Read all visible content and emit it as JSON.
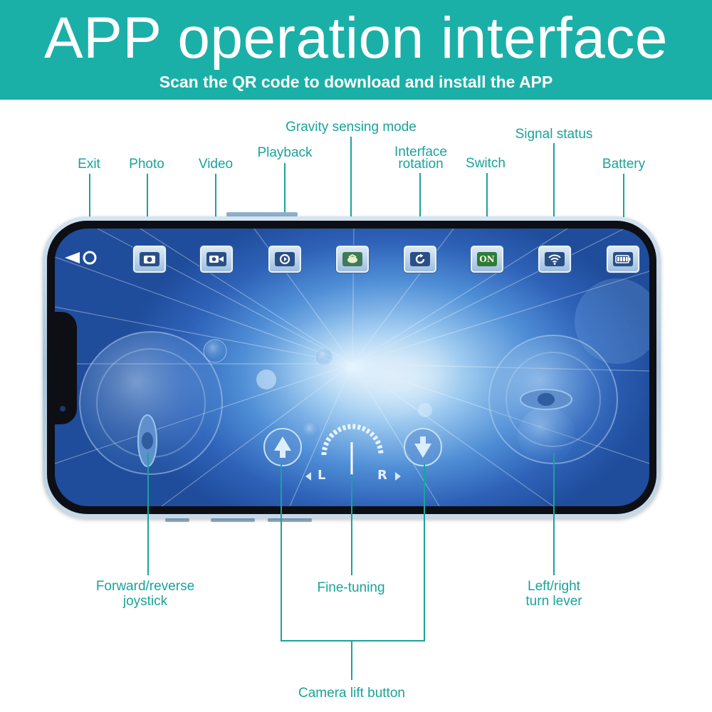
{
  "header": {
    "title": "APP operation interface",
    "subtitle": "Scan the QR code to download and install the APP"
  },
  "labels": {
    "exit": "Exit",
    "photo": "Photo",
    "video": "Video",
    "playback": "Playback",
    "gravity": "Gravity sensing mode",
    "rotation_1": "Interface",
    "rotation_2": "rotation",
    "switch": "Switch",
    "signal": "Signal status",
    "battery": "Battery",
    "joystick_1": "Forward/reverse",
    "joystick_2": "joystick",
    "fine_tuning": "Fine-tuning",
    "turn_1": "Left/right",
    "turn_2": "turn lever",
    "camera_lift": "Camera lift button"
  },
  "screen": {
    "switch_text": "ON",
    "trim_left": "L",
    "trim_right": "R"
  },
  "colors": {
    "banner": "#1ab0a8",
    "label": "#1aa39b"
  },
  "icons": [
    "exit-icon",
    "camera-icon",
    "video-camera-icon",
    "playback-icon",
    "gravity-sensor-icon",
    "rotate-icon",
    "on-switch-icon",
    "wifi-icon",
    "battery-icon",
    "joystick-icon",
    "arrow-up-icon",
    "arrow-down-icon",
    "trim-gauge-icon",
    "turn-lever-icon"
  ]
}
